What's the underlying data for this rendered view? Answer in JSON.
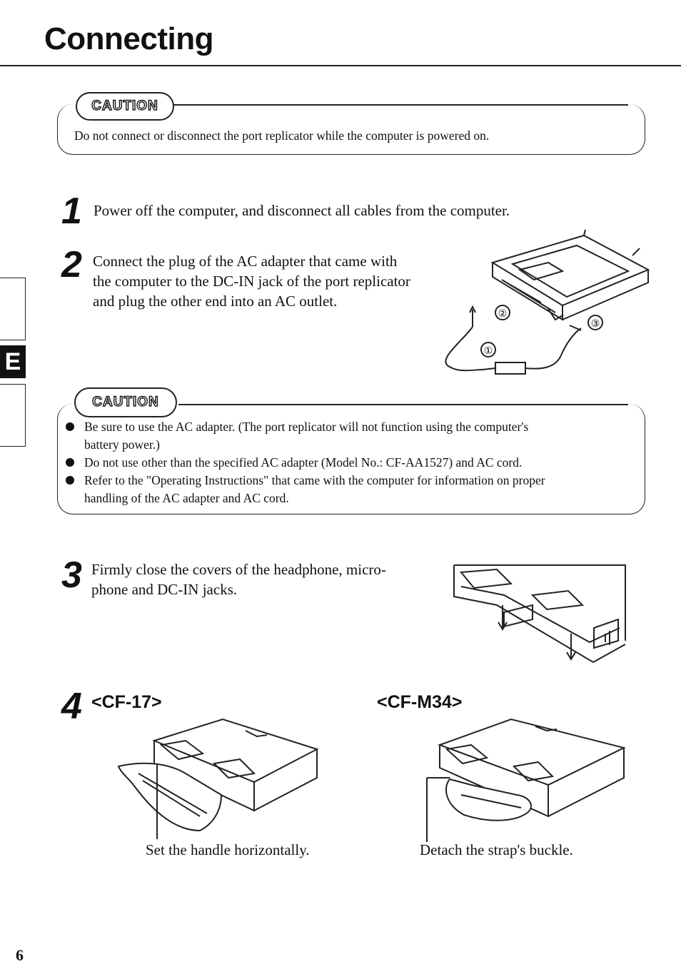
{
  "page": {
    "title": "Connecting",
    "page_number": "6",
    "side_tab_letter": "E"
  },
  "caution1": {
    "badge": "CAUTION",
    "text": "Do not connect or disconnect the port replicator while the computer is powered on."
  },
  "steps": [
    {
      "num": "1",
      "text": "Power off  the computer, and disconnect all cables from the computer."
    },
    {
      "num": "2",
      "lines": [
        "Connect the plug of the AC adapter that came with",
        "the computer to the DC-IN jack of the port replicator",
        "and plug the other end into an AC outlet."
      ]
    },
    {
      "num": "3",
      "lines": [
        "Firmly close the covers of the headphone, micro-",
        "phone and DC-IN jacks."
      ]
    },
    {
      "num": "4"
    }
  ],
  "figure2": {
    "callouts": [
      "①",
      "②",
      "③"
    ]
  },
  "caution2": {
    "badge": "CAUTION",
    "bullets": [
      {
        "lines": [
          "Be sure to use the AC adapter. (The port replicator will not function using the computer's",
          "battery power.)"
        ]
      },
      {
        "lines": [
          "Do not use other than the specified AC adapter (Model No.: CF-AA1527) and AC cord."
        ]
      },
      {
        "lines": [
          "Refer to the \"Operating Instructions\" that came with the computer for information on proper",
          "handling of the AC adapter and AC cord."
        ]
      }
    ]
  },
  "models": {
    "left": {
      "label": "<CF-17>",
      "caption": "Set the handle horizontally."
    },
    "right": {
      "label": "<CF-M34>",
      "caption": "Detach the strap's buckle."
    }
  }
}
